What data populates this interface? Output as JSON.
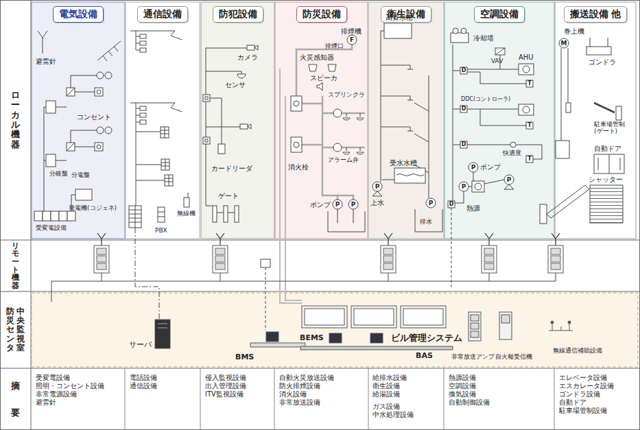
{
  "diagram": {
    "nodes": [
      {
        "text": [
          "ローカル機器"
        ]
      },
      {
        "text": [
          "リモート機器"
        ]
      },
      {
        "text": [
          "中央監視室",
          "防災センタ"
        ]
      },
      {
        "text": [
          "摘要"
        ]
      },
      {
        "text": [
          "電気設備"
        ]
      },
      {
        "text": [
          "通信設備"
        ]
      },
      {
        "text": [
          "防犯設備"
        ]
      },
      {
        "text": [
          "防災設備"
        ]
      },
      {
        "text": [
          "衛生設備"
        ]
      },
      {
        "text": [
          "空調設備"
        ]
      },
      {
        "text": [
          "搬送設備 他"
        ]
      },
      {
        "text": [
          "受変電設備",
          "照明・コンセント設備",
          "非常電源設備",
          "避雷針"
        ]
      },
      {
        "text": [
          "電話設備",
          "通信設備"
        ]
      },
      {
        "text": [
          "侵入監視設備",
          "出入管理設備",
          "ITV監視設備"
        ]
      },
      {
        "text": [
          "自動火災放送設備",
          "防火排煙設備",
          "消火設備",
          "非常放送設備"
        ]
      },
      {
        "text": [
          "給排水設備",
          "衛生設備",
          "給湯設備",
          "ガス設備",
          "中水処理設備"
        ]
      },
      {
        "text": [
          "熱源設備",
          "空調設備",
          "換気設備",
          "自動制御設備"
        ]
      },
      {
        "text": [
          "エレベータ設備",
          "エスカレータ設備",
          "ゴンドラ設備",
          "自動ドア",
          "駐車場管制設備"
        ]
      }
    ],
    "labels": [
      "避雷針",
      "コンセント",
      "分岐盤",
      "分電盤",
      "発電機(コジェネ)",
      "受変電設備",
      "PBX",
      "無線機",
      "カメラ",
      "センサ",
      "カードリーダ",
      "ゲート",
      "排煙機",
      "排煙口",
      "火災感知器",
      "スピーカ",
      "スプリンクラ",
      "消火栓",
      "アラーム弁",
      "ポンプ",
      "高置水槽",
      "受水水槽",
      "上水",
      "排水",
      "冷却塔",
      "VAV",
      "AHU",
      "DDC(コントローラ)",
      "快適度",
      "ポンプ",
      "熱源",
      "巻上機",
      "ゴンドラ",
      "駐車場管制 (ゲート)",
      "自動ドア",
      "シャッター",
      "サーバ",
      "BMS",
      "BEMS",
      "ビル管理システム",
      "BAS",
      "非常放送アンプ",
      "自火報受信機",
      "無線通信補助設備",
      "F",
      "M",
      "P",
      "P",
      "P",
      "P",
      "P",
      "P",
      "P",
      "D",
      "D",
      "D",
      "D",
      "T",
      "T",
      "T"
    ]
  }
}
